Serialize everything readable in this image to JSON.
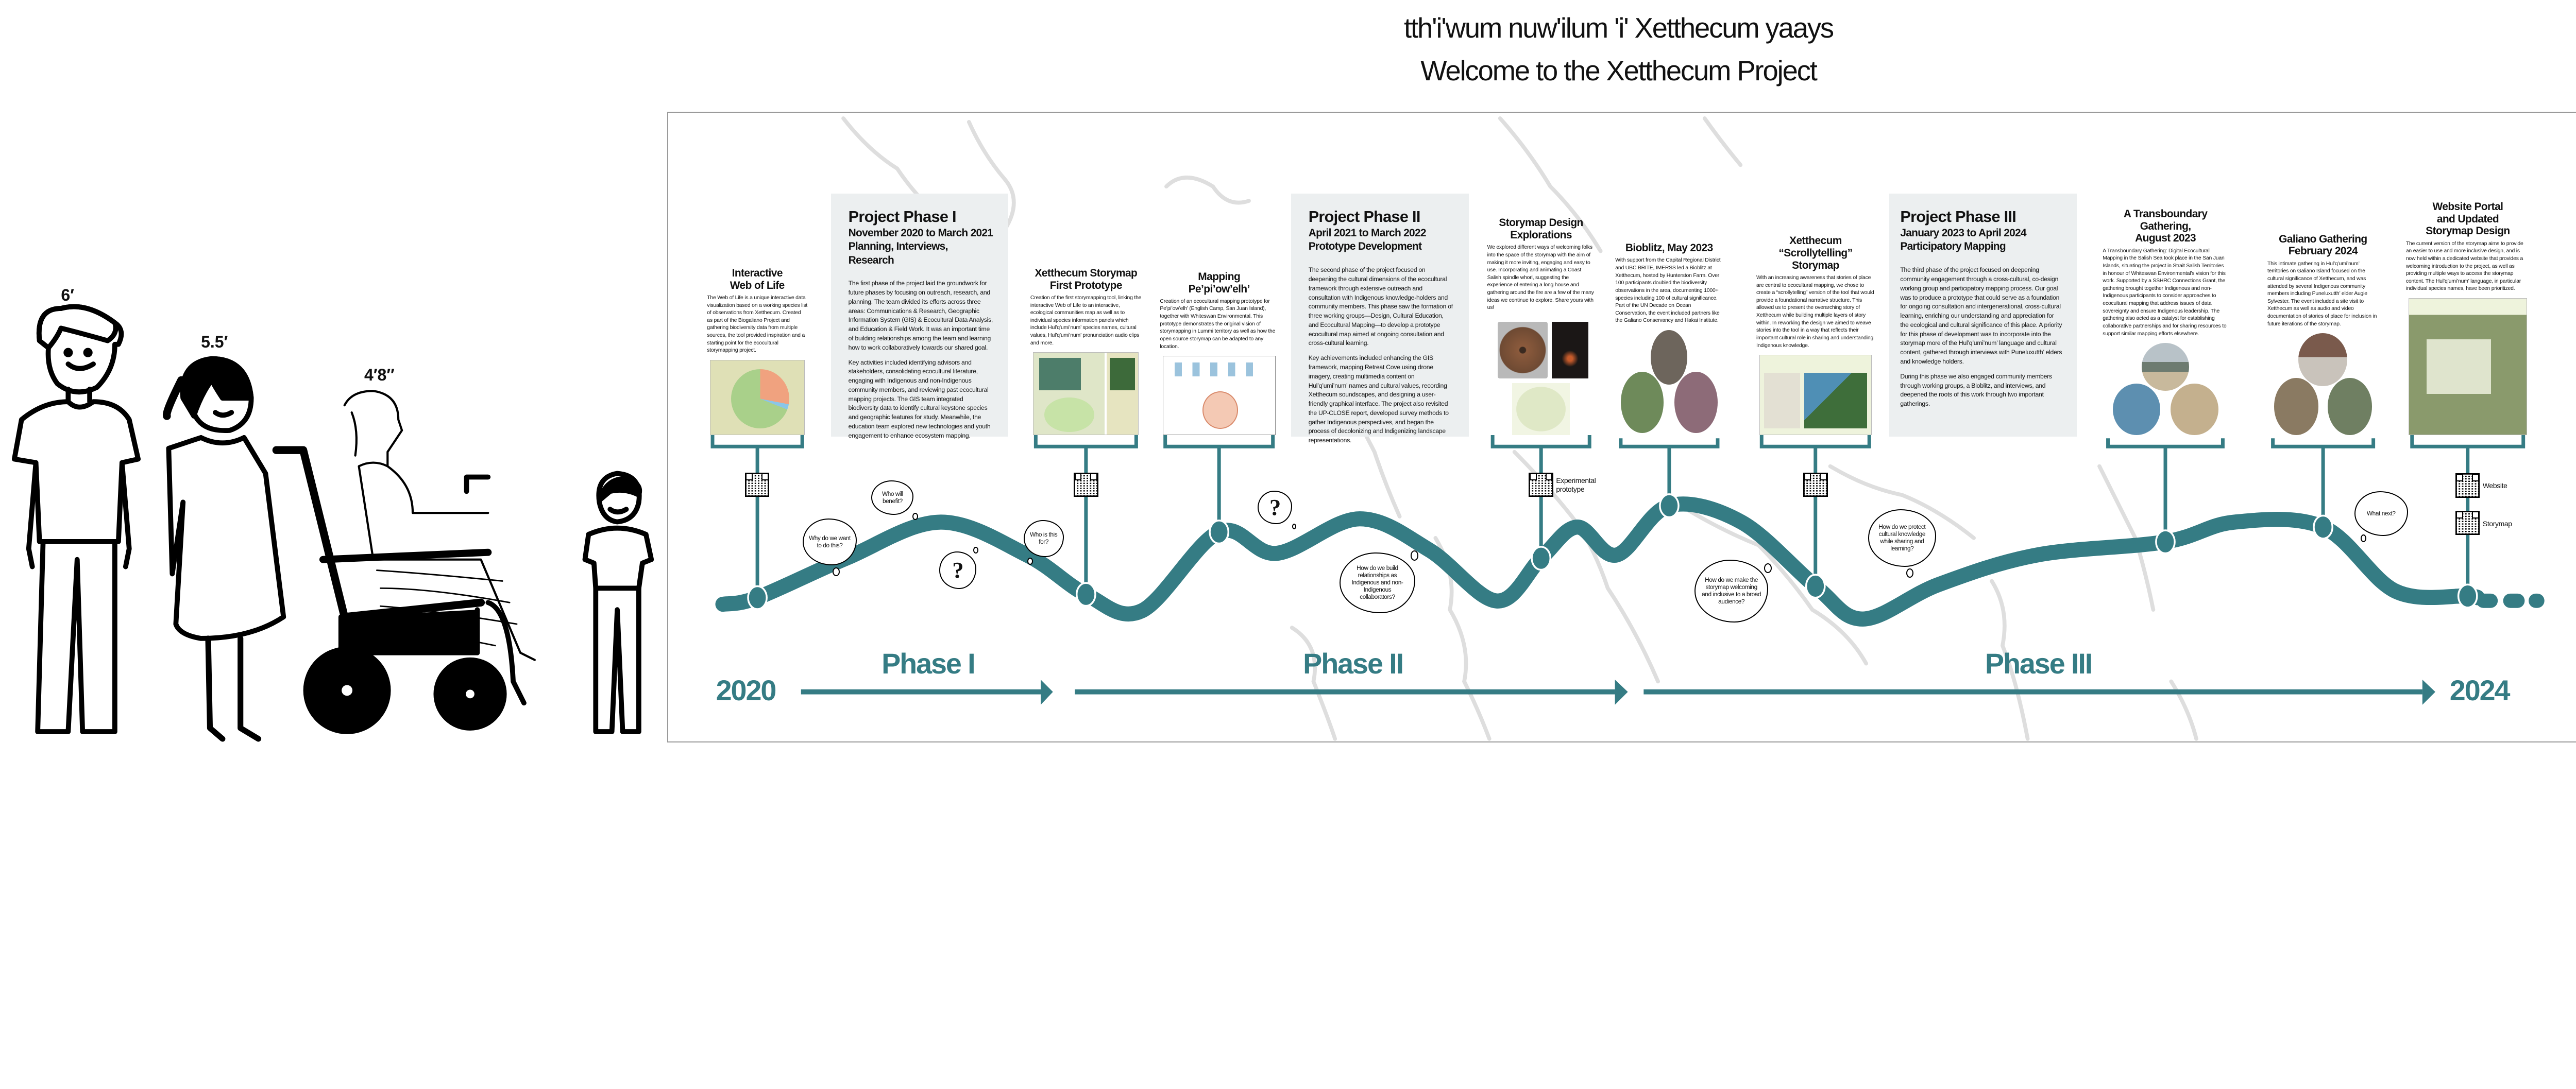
{
  "header": {
    "title_line1": "tth'i'wum nuw'ilum 'i' Xetthecum yaays",
    "title_line2": "Welcome to the Xetthecum Project"
  },
  "heights": {
    "tall": "6′",
    "medium": "5.5′",
    "wheelchair": "4′8″"
  },
  "colors": {
    "accent": "#357c84",
    "phase_panel": "#eceff0",
    "map_lines": "#dedede"
  },
  "phases": [
    {
      "title": "Project Phase I",
      "dates": "November 2020 to March 2021",
      "focus": "Planning, Interviews, Research",
      "paragraphs": [
        "The first phase of the project laid the groundwork for future phases by focusing on outreach, research, and planning. The team divided its efforts across three areas: Communications & Research, Geographic Information System (GIS) & Ecocultural Data Analysis, and Education & Field Work. It was an important time of building relationships among the team and learning how to work collaboratively towards our shared goal.",
        "Key activities included identifying advisors and stakeholders, consolidating ecocultural literature, engaging with Indigenous and non-Indigenous community members, and reviewing past ecocultural mapping projects. The GIS team integrated biodiversity data to identify cultural keystone species and geographic features for study. Meanwhile, the education team explored new technologies and youth engagement to enhance ecosystem mapping."
      ]
    },
    {
      "title": "Project Phase II",
      "dates": "April 2021 to March 2022",
      "focus": "Prototype Development",
      "paragraphs": [
        "The second phase of the project focused on deepening the cultural dimensions of the ecocultural framework through extensive outreach and consultation with Indigenous knowledge-holders and community members. This phase saw the formation of three working groups—Design, Cultural Education, and Ecocultural Mapping—to develop a prototype ecocultural map aimed at ongoing consultation and cross-cultural learning.",
        "Key achievements included enhancing the GIS framework, mapping Retreat Cove using drone imagery, creating multimedia content on Hul’q’umi’num’ names and cultural values, recording Xetthecum soundscapes, and designing a user-friendly graphical interface. The project also revisited the UP-CLOSE report, developed survey methods to gather Indigenous perspectives, and began the process of decolonizing and Indigenizing landscape representations."
      ]
    },
    {
      "title": "Project Phase III",
      "dates": "January 2023 to April 2024",
      "focus": "Participatory Mapping",
      "paragraphs": [
        "The third phase of the project focused on deepening community engagement through a cross-cultural, co-design working group and participatory mapping process. Our goal was to produce a prototype that could serve as a foundation for ongoing consultation and intergenerational, cross-cultural learning, enriching our understanding and appreciation for the ecological and cultural significance of this place. A priority for this phase of development was to incorporate into the storymap more of the Hul’q’umi’num’ language and cultural content, gathered through interviews with Puneluxutth’ elders and knowledge holders.",
        "During this phase we also engaged community members through working groups, a Bioblitz, and interviews, and deepened the roots of this work through two important gatherings."
      ]
    }
  ],
  "milestones": [
    {
      "title": "Interactive\nWeb of Life",
      "body": "The Web of Life is a unique interactive data visualization based on a working species list of observations from Xetthecum. Created as part of the Biogaliano Project and gathering biodiversity data from multiple sources, the tool provided inspiration and a starting point for the ecocultural storymapping project."
    },
    {
      "title": "Xetthecum Storymap\nFirst Prototype",
      "body": "Creation of the first storymapping tool, linking the interactive Web of Life to an interactive, ecological communities map as well as to individual species information panels which include Hul’q’umi’num’ species names, cultural values, Hul’q’umi’num’ pronunciation audio clips and more."
    },
    {
      "title": "Mapping\nPe’pi’ow’elh’",
      "body": "Creation of an ecocultural mapping prototype for Pe’pi’ow’elh’ (English Camp, San Juan Island), together with Whiteswan Environmental. This prototype demonstrates the original vision of storymapping in Lummi territory as well as how the open source storymap can be adapted to any location."
    },
    {
      "title": "Storymap Design\nExplorations",
      "body": "We explored different ways of welcoming folks into the space of the storymap with the aim of making it more inviting, engaging and easy to use. Incorporating and animating a Coast Salish spindle whorl, suggesting the experience of entering a long house and gathering around the fire are a few of the many ideas we continue to explore. Share yours with us!"
    },
    {
      "title": "Bioblitz, May 2023",
      "body": "With support from the Capital Regional District and UBC BRITE, IMERSS led a Bioblitz at Xetthecum, hosted by Hunterston Farm. Over 100 participants doubled the biodiversity observations in the area, documenting 1000+ species including 100 of cultural significance. Part of the UN Decade on Ocean Conservation, the event included partners like the Galiano Conservancy and Hakai Institute."
    },
    {
      "title": "Xetthecum\n“Scrollytelling”\nStorymap",
      "body": "With an increasing awareness that stories of place are central to ecocultural mapping, we chose to create a “scrollytelling” version of the tool that would provide a foundational narrative structure. This allowed us to present the overarching story of Xetthecum while building multiple layers of story within. In reworking the design we aimed to weave stories into the tool in a way that reflects their important cultural role in sharing and understanding Indigenous knowledge."
    },
    {
      "title": "A Transboundary\nGathering,\nAugust 2023",
      "body": "A Transboundary Gathering: Digital Ecocultural Mapping in the Salish Sea took place in the San Juan Islands, situating the project in Strait Salish Territories in honour of Whiteswan Environmental’s vision for this work. Supported by a SSHRC Connections Grant, the gathering brought together Indigenous and non-Indigenous participants to consider approaches to ecocultural mapping that address issues of data sovereignty and ensure Indigenous leadership. The gathering also acted as a catalyst for establishing collaborative partnerships and for sharing resources to support similar mapping efforts elsewhere."
    },
    {
      "title": "Galiano Gathering\nFebruary 2024",
      "body": "This intimate gathering in Hul’q’umi’num’ territories on Galiano Island focused on the cultural significance of Xetthecum, and was attended by several Indigenous community members including Puneluxutth’ elder Augie Sylvester. The event included a site visit to Xetthecum as well as audio and video documentation of stories of place for inclusion in future iterations of the storymap."
    },
    {
      "title": "Website Portal\nand Updated\nStorymap Design",
      "body": "The current version of the storymap aims to provide an easier to use and more inclusive design, and is now held within a dedicated website that provides a welcoming introduction to the project, as well as providing multiple ways to access the storymap content. The Hul’q’umi’num’ language, in particular individual species names, have been prioritized."
    }
  ],
  "qr_links": {
    "experimental": "Experimental\nprototype",
    "website": "Website",
    "storymap": "Storymap"
  },
  "thoughts": [
    "Why do we want to do this?",
    "Who will benefit?",
    "?",
    "Who is this for?",
    "?",
    "How do we build relationships as Indigenous and non-Indigenous collaborators?",
    "How do we make the storymap welcoming and inclusive to a broad audience?",
    "How do we protect cultural knowledge while sharing and learning?",
    "What next?"
  ],
  "timeline": {
    "start": "2020",
    "end": "2024",
    "phases": [
      "Phase I",
      "Phase II",
      "Phase III"
    ]
  }
}
